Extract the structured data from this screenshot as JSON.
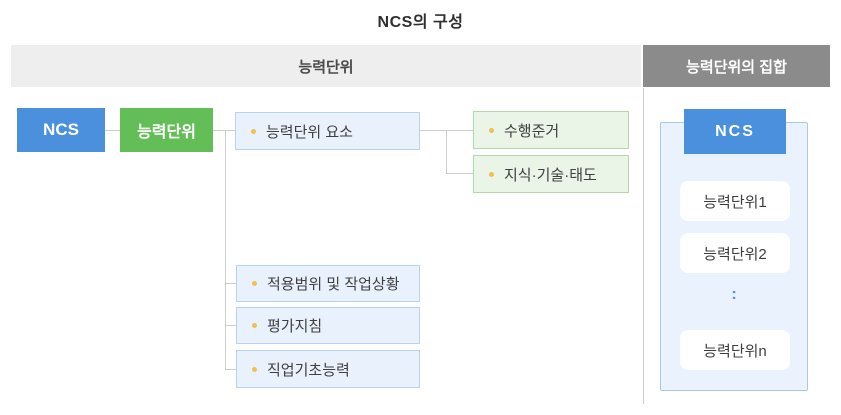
{
  "title": "NCS의 구성",
  "sections": {
    "unit_header": "능력단위",
    "collection_header": "능력단위의 집합"
  },
  "flow": {
    "ncs_label": "NCS",
    "unit_label": "능력단위"
  },
  "unit_detail": {
    "element": {
      "label": "능력단위 요소"
    },
    "element_children": [
      {
        "label": "수행준거"
      },
      {
        "label": "지식·기술·태도"
      }
    ],
    "attributes": [
      {
        "label": "적용범위 및 작업상황"
      },
      {
        "label": "평가지침"
      },
      {
        "label": "직업기초능력"
      }
    ]
  },
  "collection": {
    "ncs_label": "NCS",
    "units": [
      {
        "label": "능력단위1"
      },
      {
        "label": "능력단위2"
      }
    ],
    "ellipsis": ":",
    "last_unit": {
      "label": "능력단위n"
    }
  },
  "colors": {
    "accent_blue": "#4a90dc",
    "accent_green": "#63be58",
    "header_dark_gray": "#8b8b8b",
    "header_light_gray": "#eeeeee",
    "bullet_yellow": "#f0c14b",
    "light_blue_box_bg": "#e9f2fc",
    "light_blue_box_border": "#b7d4ec",
    "light_green_box_bg": "#eaf4e7",
    "light_green_box_border": "#b5d8ab",
    "panel_bg": "#eaf2fd",
    "panel_border": "#aac9e9",
    "connector_gray": "#cccccc"
  }
}
